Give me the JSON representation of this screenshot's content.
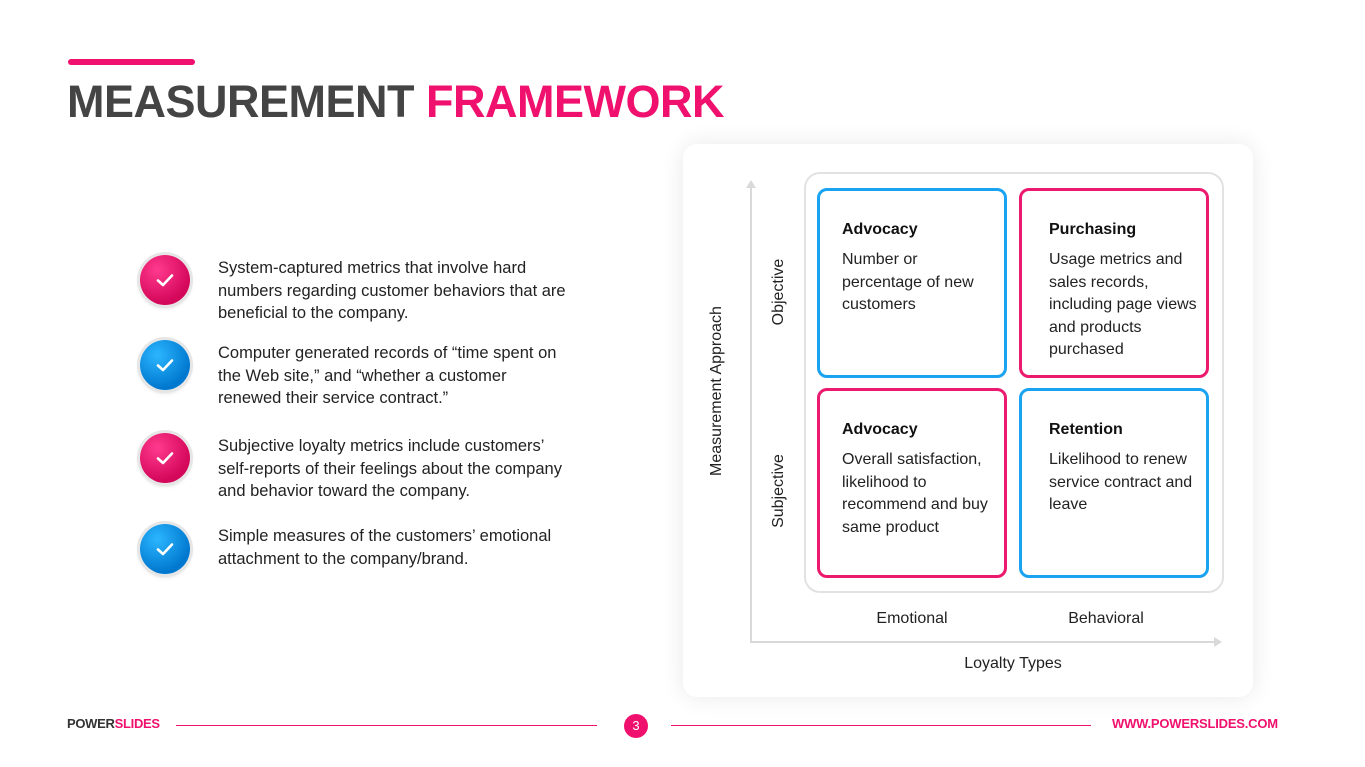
{
  "title": {
    "part1": "MEASUREMENT ",
    "part2": "FRAMEWORK"
  },
  "bullets": [
    {
      "color": "pink",
      "text": "System-captured metrics that involve hard numbers regarding customer behaviors that are beneficial to the company."
    },
    {
      "color": "blue",
      "text": "Computer generated records of “time spent on the Web site,” and “whether a customer renewed their service contract.”"
    },
    {
      "color": "pink",
      "text": "Subjective loyalty metrics include customers’ self-reports of their feelings about the company and behavior toward the company."
    },
    {
      "color": "blue",
      "text": "Simple measures of the customers’ emotional attachment to the company/brand."
    }
  ],
  "diagram": {
    "y_axis_label": "Measurement Approach",
    "x_axis_label": "Loyalty Types",
    "rows": [
      "Objective",
      "Subjective"
    ],
    "columns": [
      "Emotional",
      "Behavioral"
    ],
    "quadrants": [
      {
        "title": "Advocacy",
        "text": "Number or percentage of new customers",
        "color": "#1aa3f0"
      },
      {
        "title": "Purchasing",
        "text": "Usage metrics and sales records, including page views and products purchased",
        "color": "#ec1a6e"
      },
      {
        "title": "Advocacy",
        "text": "Overall satisfaction, likelihood to recommend and buy same product",
        "color": "#ec1a6e"
      },
      {
        "title": "Retention",
        "text": "Likelihood to renew service contract and leave",
        "color": "#1aa3f0"
      }
    ]
  },
  "footer": {
    "brand_part1": "POWER",
    "brand_part2": "SLIDES",
    "page_number": "3",
    "url": "WWW.POWERSLIDES.COM"
  },
  "colors": {
    "accent": "#f0106d",
    "blue": "#1aa3f0",
    "pink": "#ec1a6e",
    "title_gray": "#444444"
  },
  "icons": {
    "bullet_marker": "checkmark-icon"
  }
}
